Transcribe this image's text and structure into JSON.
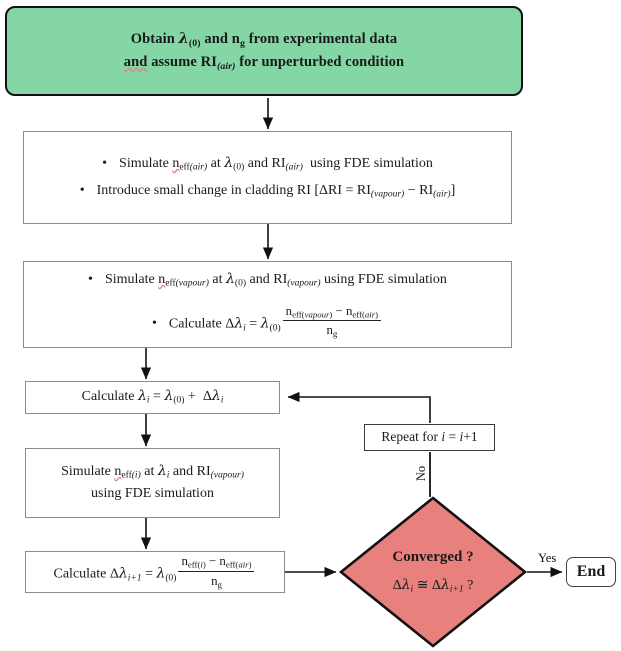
{
  "diagram": {
    "title": "Iterative FDE simulation flowchart for wavelength shift convergence",
    "colors": {
      "start_fill": "#84d6a5",
      "decision_fill": "#e8807e",
      "box_stroke": "#8c8c8c",
      "dark_stroke": "#111111",
      "arrow": "#111111"
    },
    "nodes": {
      "start": {
        "type": "start",
        "line1": "Obtain λ(0) and ng from experimental data",
        "line2": "and assume RI(air) for unperturbed condition"
      },
      "step1": {
        "type": "process",
        "bullet1": "Simulate neff(air) at λ(0) and RI(air)  using FDE simulation",
        "bullet2": "Introduce small change in cladding RI [ΔRI = RI(vapour) − RI(air)]"
      },
      "step2": {
        "type": "process",
        "bullet1": "Simulate neff(vapour) at λ(0) and RI(vapour) using FDE simulation",
        "bullet2": "Calculate Δλi = λ(0) (neff(vapour) − neff(air)) / ng"
      },
      "step3": {
        "type": "process",
        "text": "Calculate λi = λ(0) + Δλi"
      },
      "step4": {
        "type": "process",
        "line1": "Simulate neff(i) at λi and RI(vapour)",
        "line2": "using FDE simulation"
      },
      "step5": {
        "type": "process",
        "text": "Calculate Δλi+1 = λ(0) (neff(i) − neff(air)) / ng"
      },
      "repeat": {
        "type": "process",
        "text": "Repeat for i = i+1"
      },
      "decision": {
        "type": "decision",
        "line1": "Converged ?",
        "line2": "Δλi ≅ Δλi+1 ?"
      },
      "end": {
        "type": "terminator",
        "text": "End"
      }
    },
    "edge_labels": {
      "yes": "Yes",
      "no": "No"
    }
  }
}
